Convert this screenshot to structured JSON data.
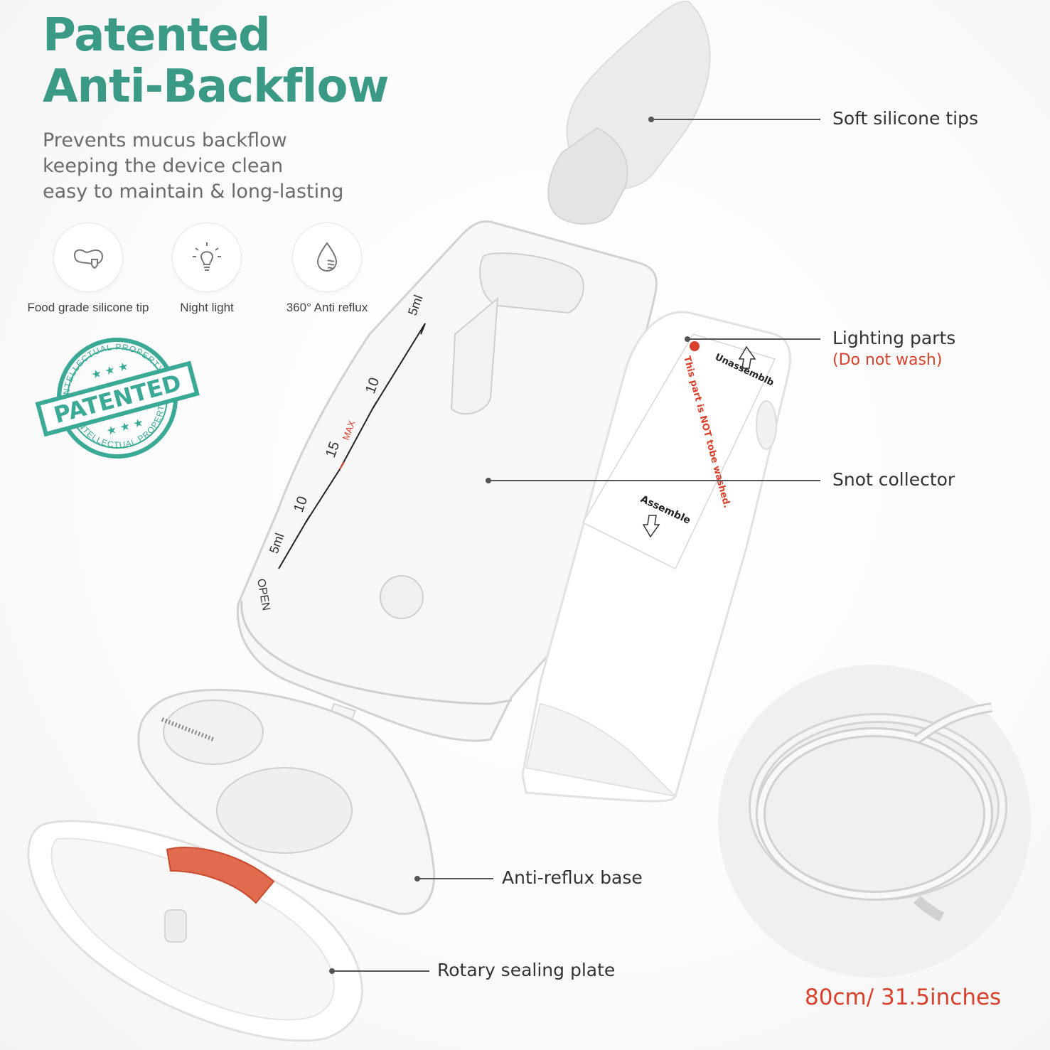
{
  "header": {
    "title_line1": "Patented",
    "title_line2": "Anti-Backflow",
    "subtitle_line1": "Prevents mucus backflow",
    "subtitle_line2": "keeping the device clean",
    "subtitle_line3": "easy to maintain & long-lasting"
  },
  "features": [
    {
      "label": "Food grade silicone tip",
      "icon": "silicone-tip-icon"
    },
    {
      "label": "Night light",
      "icon": "light-bulb-icon"
    },
    {
      "label": "360° Anti reflux",
      "icon": "water-drop-icon"
    }
  ],
  "stamp": {
    "main": "PATENTED",
    "ring": "INTELLECTUAL PROPERTY",
    "color": "#3aaa97"
  },
  "callouts": {
    "tips": "Soft silicone tips",
    "lighting": "Lighting parts",
    "lighting_note": "(Do not wash)",
    "collector": "Snot collector",
    "base": "Anti-reflux base",
    "plate": "Rotary sealing plate"
  },
  "collector_scale": {
    "top": "5ml",
    "mid": "10",
    "max_label": "MAX",
    "max_value": "15",
    "lower": "10",
    "bottom": "5ml",
    "open": "OPEN"
  },
  "light_label": {
    "unassemble": "Unassemblb",
    "assemble": "Assemble",
    "warning": "This part is NOT tobe washed."
  },
  "tube_length": "80cm/ 31.5inches",
  "colors": {
    "teal": "#3a9a86",
    "red": "#d9412c"
  }
}
